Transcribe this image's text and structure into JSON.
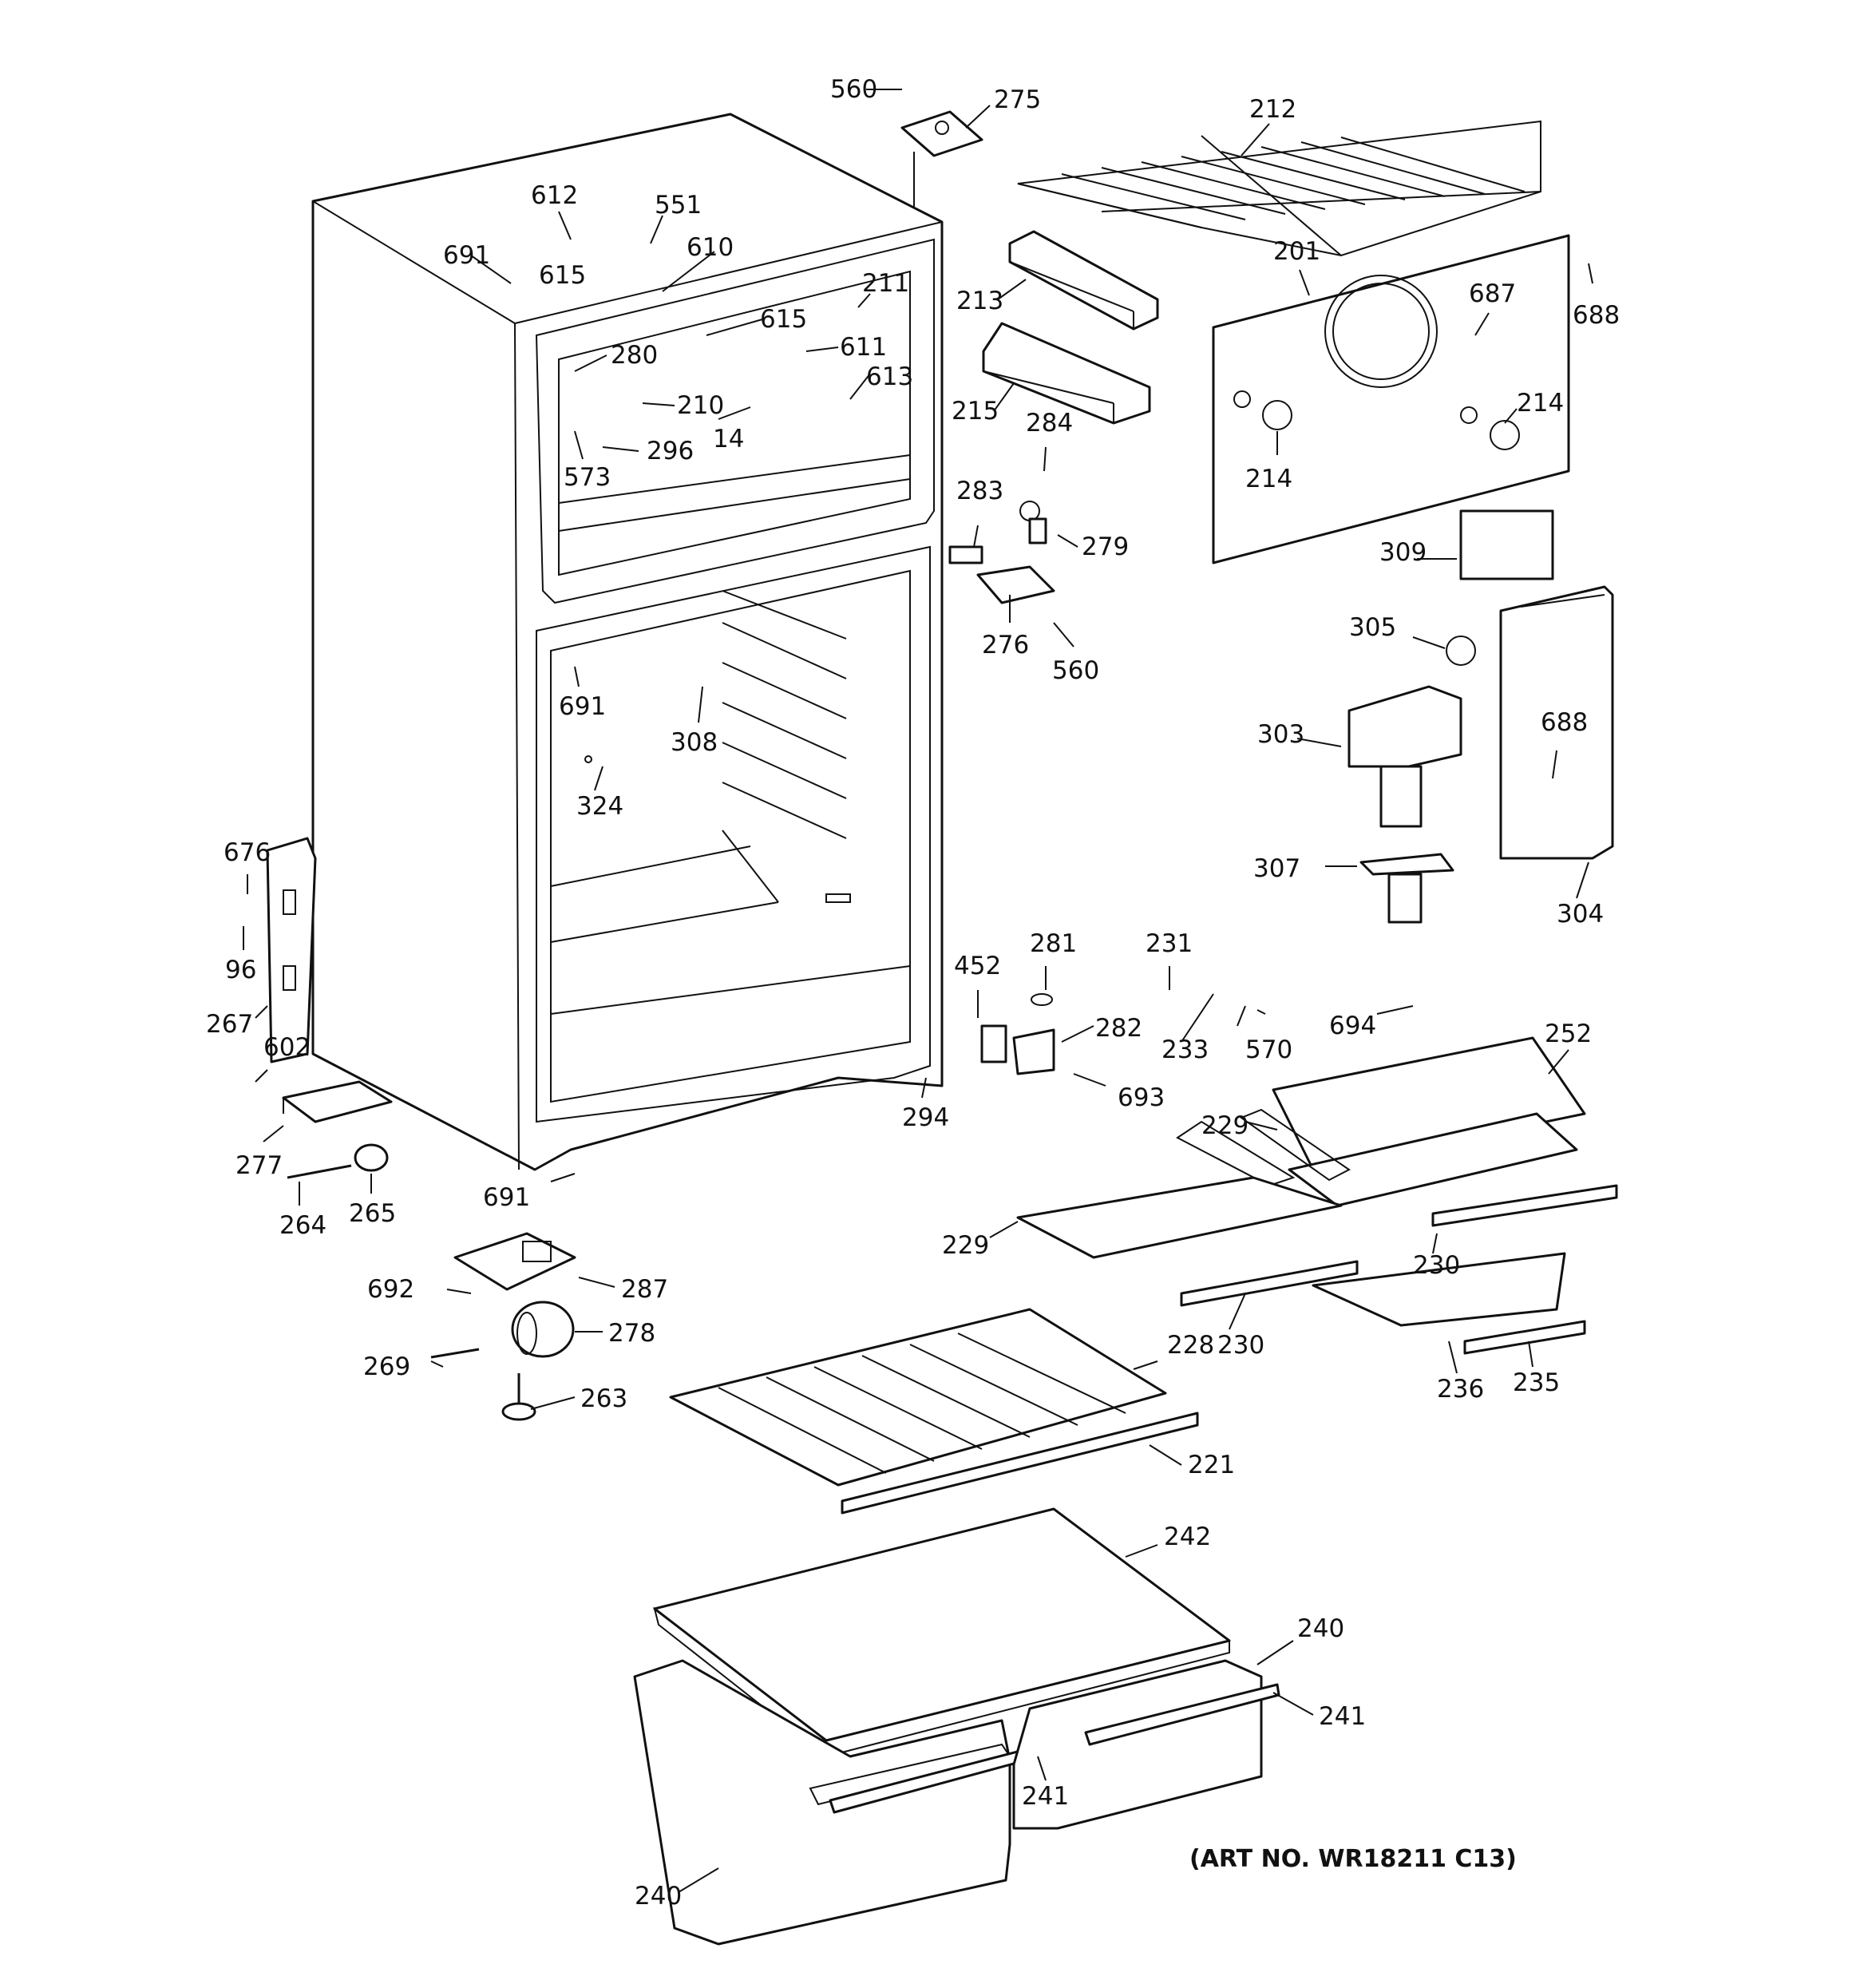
{
  "diagram": {
    "art_number": "(ART NO. WR18211 C13)",
    "callouts": {
      "c560a": "560",
      "c275": "275",
      "c212": "212",
      "c612": "612",
      "c551": "551",
      "c691a": "691",
      "c615a": "615",
      "c610": "610",
      "c211": "211",
      "c615b": "615",
      "c611": "611",
      "c280": "280",
      "c613": "613",
      "c210": "210",
      "c14": "14",
      "c573": "573",
      "c296": "296",
      "c213": "213",
      "c215": "215",
      "c284": "284",
      "c201": "201",
      "c687": "687",
      "c688a": "688",
      "c214a": "214",
      "c214b": "214",
      "c283": "283",
      "c279": "279",
      "c276": "276",
      "c560b": "560",
      "c309": "309",
      "c305": "305",
      "c303": "303",
      "c688b": "688",
      "c307": "307",
      "c304": "304",
      "c691b": "691",
      "c308": "308",
      "c324": "324",
      "c676": "676",
      "c96": "96",
      "c267": "267",
      "c602": "602",
      "c277": "277",
      "c264": "264",
      "c265": "265",
      "c691c": "691",
      "c294": "294",
      "c452": "452",
      "c281": "281",
      "c231": "231",
      "c282": "282",
      "c233": "233",
      "c570": "570",
      "c694": "694",
      "c252": "252",
      "c693": "693",
      "c229a": "229",
      "c229b": "229",
      "c230a": "230",
      "c230b": "230",
      "c236": "236",
      "c235": "235",
      "c692": "692",
      "c287": "287",
      "c278": "278",
      "c269": "269",
      "c263": "263",
      "c228": "228",
      "c221": "221",
      "c242": "242",
      "c240a": "240",
      "c241a": "241",
      "c241b": "241",
      "c240b": "240"
    }
  }
}
